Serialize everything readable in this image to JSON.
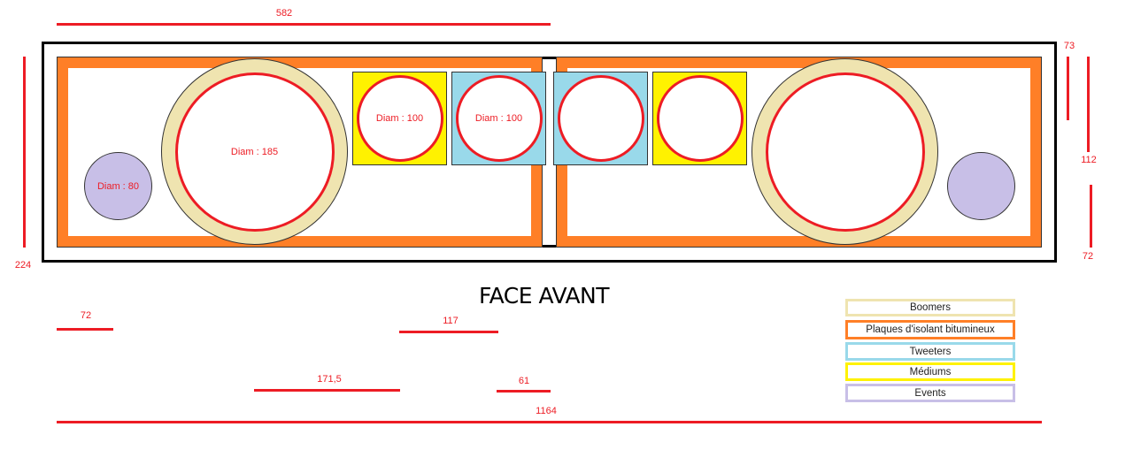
{
  "title": "FACE AVANT",
  "colors": {
    "dimension": "#ed1c24",
    "boomer": "#efe4b0",
    "insulation": "#ff7f27",
    "tweeter": "#99d9ea",
    "medium": "#fff200",
    "vent": "#c8bfe7",
    "frame": "#000000"
  },
  "drivers": {
    "left_boomer_label": "Diam : 185",
    "left_vent_label": "Diam : 80",
    "left_medium_label": "Diam : 100",
    "left_tweeter_label": "Diam : 100"
  },
  "dimensions": {
    "top_width": "582",
    "left_height": "224",
    "right_top": "73",
    "right_middle": "112",
    "right_bottom": "72",
    "bottom_72": "72",
    "bottom_117": "117",
    "bottom_171_5": "171,5",
    "bottom_61": "61",
    "bottom_total": "1164"
  },
  "legend": [
    {
      "label": "Boomers",
      "color": "#efe4b0"
    },
    {
      "label": "Plaques d'isolant bitumineux",
      "color": "#ff7f27"
    },
    {
      "label": "Tweeters",
      "color": "#99d9ea"
    },
    {
      "label": "Médiums",
      "color": "#fff200"
    },
    {
      "label": "Events",
      "color": "#c8bfe7"
    }
  ]
}
